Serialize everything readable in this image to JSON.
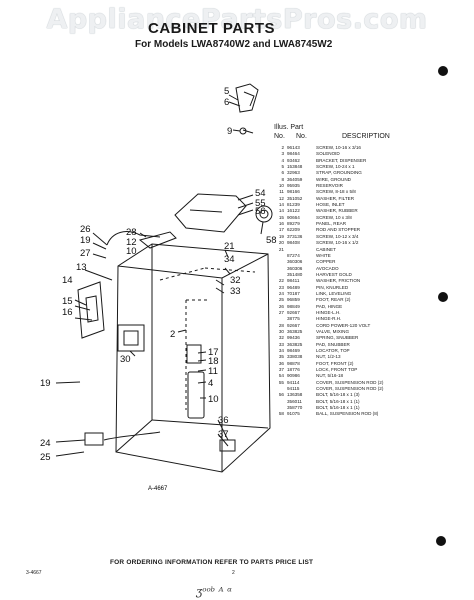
{
  "watermark": "AppliancePartsPros.com",
  "title": "CABINET PARTS",
  "subtitle": "For Models LWA8740W2 and LWA8745W2",
  "table": {
    "header_line1": [
      "Illus. Part"
    ],
    "col_no": "No.",
    "col_part": "No.",
    "col_desc": "DESCRIPTION",
    "rows": [
      [
        "2",
        "96143",
        "SCREW, 10-16 x 3/16"
      ],
      [
        "3",
        "98464",
        "SOLENOID"
      ],
      [
        "4",
        "93462",
        "BRACKET, DISPENSER"
      ],
      [
        "5",
        "153848",
        "SCREW, 10-24 x 1"
      ],
      [
        "6",
        "32963",
        "STRAP, GROUNDING"
      ],
      [
        "8",
        "364059",
        "WIRE, GROUND"
      ],
      [
        "10",
        "95935",
        "RESERVOIR"
      ],
      [
        "11",
        "98166",
        "SCREW, 8-18 x 5/8"
      ],
      [
        "12",
        "351052",
        "WASHER, FILTER"
      ],
      [
        "14",
        "81239",
        "HOSE, INLET"
      ],
      [
        "14",
        "16122",
        "WASHER, RUBBER"
      ],
      [
        "15",
        "90664",
        "SCREW, 10 x 3/8"
      ],
      [
        "16",
        "89279",
        "PANEL, REAR"
      ],
      [
        "17",
        "62209",
        "ROD AND STOPPER"
      ],
      [
        "19",
        "373136",
        "SCREW, 10-12 x 3/4"
      ],
      [
        "20",
        "98408",
        "SCREW, 10-16 x 1/2"
      ],
      [
        "21",
        "",
        "CABINET"
      ],
      [
        "",
        "87274",
        "WHITE"
      ],
      [
        "",
        "360306",
        "COPPER"
      ],
      [
        "",
        "360306",
        "AVOCADO"
      ],
      [
        "",
        "351480",
        "HARVEST GOLD"
      ],
      [
        "22",
        "98411",
        "WASHER, FRICTION"
      ],
      [
        "23",
        "96489",
        "PIN, KNURLED"
      ],
      [
        "24",
        "70187",
        "LINK, LEVELING"
      ],
      [
        "25",
        "96859",
        "FOOT, REAR (2)"
      ],
      [
        "26",
        "98849",
        "PAD, HINGE"
      ],
      [
        "27",
        "92667",
        "HINGE-L.H."
      ],
      [
        "",
        "38775",
        "HINGE-R.H."
      ],
      [
        "28",
        "92667",
        "CORD POWER-120 VOLT"
      ],
      [
        "30",
        "363825",
        "VALVE, MIXING"
      ],
      [
        "32",
        "99436",
        "SPRING, SNUBBER"
      ],
      [
        "33",
        "363825",
        "PAD, SNUBBER"
      ],
      [
        "34",
        "98469",
        "LOCATOR, TOP"
      ],
      [
        "35",
        "338038",
        "NUT, 1/2-13"
      ],
      [
        "36",
        "98878",
        "FOOT, FRONT (2)"
      ],
      [
        "37",
        "18776",
        "LOCK, FRONT TOP"
      ],
      [
        "54",
        "90986",
        "NUT, 5/16-18"
      ],
      [
        "55",
        "94114",
        "COVER, SUSPENSION ROD (2)"
      ],
      [
        "",
        "94115",
        "COVER, SUSPENSION ROD (2)"
      ],
      [
        "56",
        "136358",
        "BOLT, 5/16-18 x 1 (3)"
      ],
      [
        "",
        "356011",
        "BOLT, 5/16-18 x 1 (1)"
      ],
      [
        "",
        "358770",
        "BOLT, 5/16-18 x 1 (1)"
      ],
      [
        "58",
        "91075",
        "BALL, SUSPENSION ROD (8)"
      ]
    ]
  },
  "callouts": [
    "5",
    "6",
    "9",
    "54",
    "55",
    "56",
    "58",
    "26",
    "19",
    "27",
    "28",
    "12",
    "10",
    "21",
    "34",
    "13",
    "14",
    "15",
    "16",
    "32",
    "33",
    "30",
    "2",
    "17",
    "18",
    "11",
    "4",
    "10",
    "19",
    "36",
    "37",
    "24",
    "25"
  ],
  "figure_code": "A-4667",
  "footer": "FOR ORDERING INFORMATION REFER TO PARTS PRICE LIST",
  "footer_left": "3-4667",
  "footer_page": "2",
  "signature": "ʒᵒᵒᵇ ᴬ ᵅ"
}
